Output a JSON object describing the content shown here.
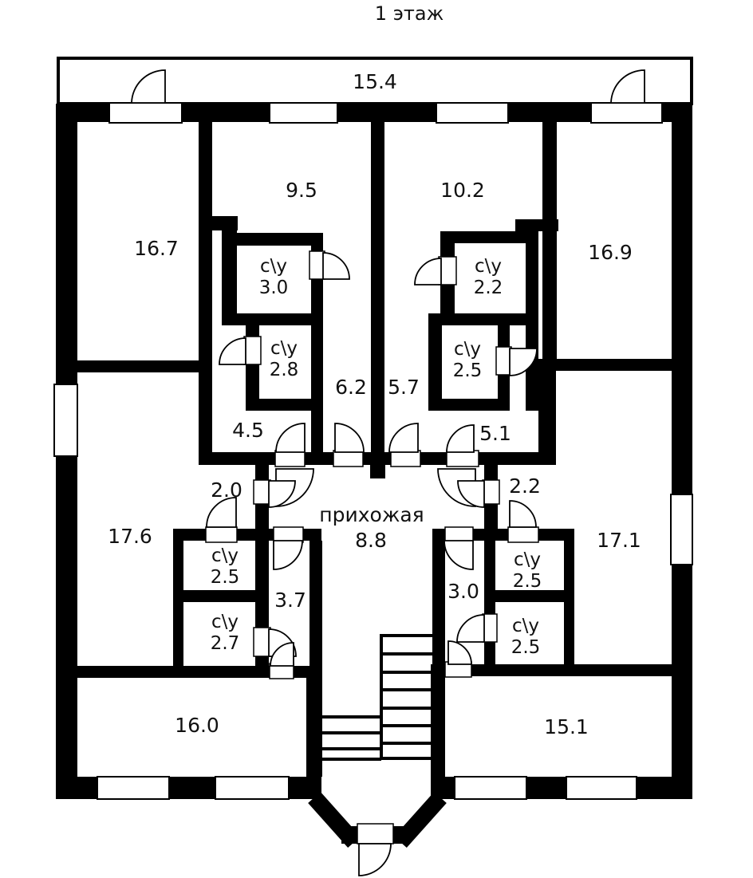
{
  "title": "1 этаж",
  "colors": {
    "wall": "#000000",
    "background": "#ffffff",
    "text": "#111111"
  },
  "labels": {
    "title": "1 этаж",
    "balcony": "15.4",
    "room_16_7": "16.7",
    "room_9_5": "9.5",
    "room_10_2": "10.2",
    "room_16_9": "16.9",
    "bath_3_0": "с\\у\n3.0",
    "bath_2_2": "с\\у\n2.2",
    "bath_2_8": "с\\у\n2.8",
    "bath_2_5_upper_right": "с\\у\n2.5",
    "hall_6_2": "6.2",
    "hall_5_7": "5.7",
    "hall_4_5": "4.5",
    "hall_5_1": "5.1",
    "hall_2_0": "2.0",
    "hall_2_2": "2.2",
    "entry_hall_name": "прихожая",
    "entry_hall_area": "8.8",
    "room_17_6": "17.6",
    "room_17_1": "17.1",
    "bath_2_5_lower_left_top": "с\\у\n2.5",
    "bath_2_7": "с\\у\n2.7",
    "bath_2_5_lower_right_top": "с\\у\n2.5",
    "bath_2_5_lower_right_bottom": "с\\у\n2.5",
    "hall_3_7": "3.7",
    "hall_3_0": "3.0",
    "room_16_0": "16.0",
    "room_15_1": "15.1"
  }
}
